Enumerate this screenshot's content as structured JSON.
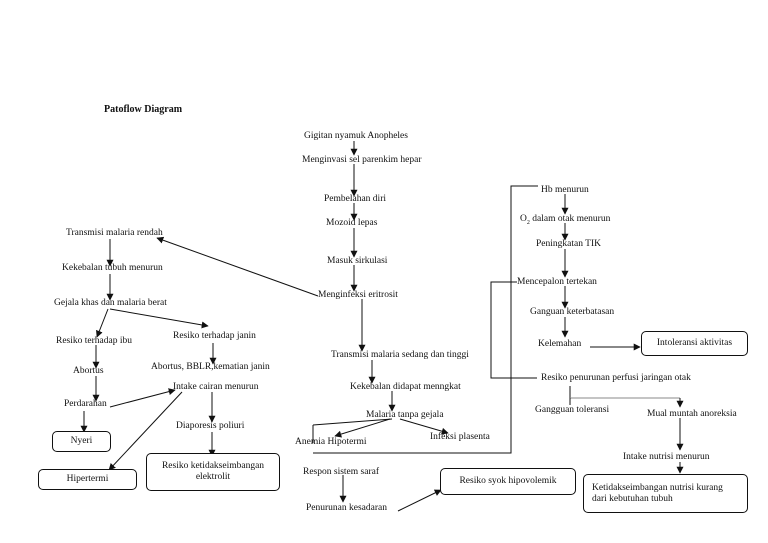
{
  "title": "Patoflow Diagram",
  "nodes": {
    "gigitan": "Gigitan nyamuk Anopheles",
    "menginvasi": "Menginvasi sel parenkim hepar",
    "pembelahan": "Pembelahan diri",
    "mozoid": "Mozoid lepas",
    "masuk": "Masuk sirkulasi",
    "menginfeksi": "Menginfeksi eritrosit",
    "transmisi_sedang": "Transmisi malaria sedang dan tinggi",
    "kekebalan_didapat": "Kekebalan didapat menngkat",
    "malaria_tanpa": "Malaria tanpa gejala",
    "anemia": "Anemia Hipotermi",
    "infeksi_plasenta": "Infeksi plasenta",
    "respon_saraf": "Respon sistem saraf",
    "penurunan_kesadaran": "Penurunan kesadaran",
    "transmisi_rendah": "Transmisi malaria rendah",
    "kekebalan_menurun": "Kekebalan tubuh menurun",
    "gejala_khas": "Gejala khas dan malaria berat",
    "resiko_ibu": "Resiko terhadap ibu",
    "resiko_janin": "Resiko terhadap janin",
    "abortus": "Abortus",
    "abortus_bblr": "Abortus, BBLR,kematian janin",
    "perdarahan": "Perdarahan",
    "intake_cairan": "Intake cairan menurun",
    "diaporesis": "Diaporesis poliuri",
    "hb_menurun": "Hb menurun",
    "o2_pre": "O",
    "o2_sub": "2",
    "o2_post": " dalam otak menurun",
    "peningkatan_tik": "Peningkatan TIK",
    "mencepalon": "Mencepalon tertekan",
    "ganguan": "Ganguan keterbatasan",
    "kelemahan": "Kelemahan",
    "resiko_perfusi": "Resiko penurunan perfusi jaringan otak",
    "gangguan_toleransi": "Gangguan toleransi",
    "mual": "Mual muntah anoreksia",
    "intake_nutrisi": "Intake nutrisi menurun"
  },
  "boxes": {
    "nyeri": "Nyeri",
    "hipertermi": "Hipertermi",
    "elektrolit_l1": "Resiko ketidakseimbangan",
    "elektrolit_l2": "elektrolit",
    "syok": "Resiko syok hipovolemik",
    "intoleransi": "Intoleransi aktivitas",
    "nutrisi_l1": "Ketidakseimbangan nutrisi kurang",
    "nutrisi_l2": "dari kebutuhan tubuh"
  }
}
